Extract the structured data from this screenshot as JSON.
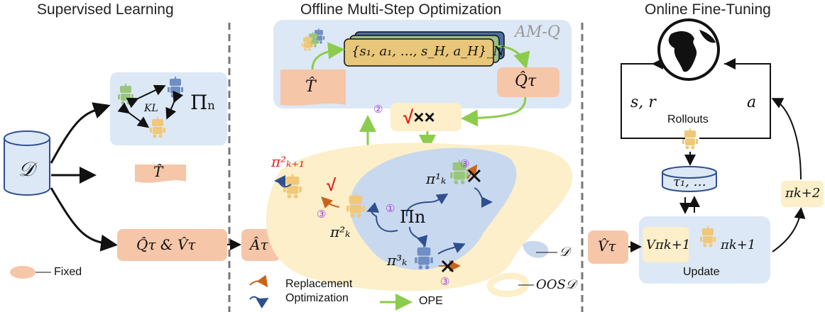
{
  "titles": {
    "supervised": "Supervised Learning",
    "offline": "Offline Multi-Step Optimization",
    "online": "Online Fine-Tuning"
  },
  "left": {
    "ensemble": "Π",
    "ensemble_sub": "n",
    "kl": "KL",
    "dataset": "𝒟",
    "model": "T̂",
    "q_and_v": "Q̂τ & V̂τ",
    "advantage": "Âτ",
    "fixed_label": "Fixed"
  },
  "center": {
    "amq": "AM-Q",
    "trajectories": "{s₁, a₁, …, s_H, a_H}_N",
    "model": "T̂",
    "q": "Q̂τ",
    "evaluation": {
      "check": "√",
      "crosses": "××"
    },
    "steps": {
      "one": "①",
      "two": "②",
      "three": "③"
    },
    "ensemble": "Πn",
    "pi_k1": "π¹ₖ",
    "pi_k2": "π²ₖ",
    "pi_k3": "π³ₖ",
    "pi_next": "π²ₖ₊₁",
    "check": "√",
    "dataset_legend": "𝒟",
    "oos_legend": "OOS𝒟"
  },
  "legend": {
    "replacement": "Replacement",
    "optimization": "Optimization",
    "ope": "OPE"
  },
  "right": {
    "state_reward": "s, r",
    "action": "a",
    "rollouts": "Rollouts",
    "buffer": "τ₁, …",
    "v": "V̂τ",
    "v_pi": "Vπk+1",
    "pi_k1": "πk+1",
    "update": "Update",
    "pi_k2": "πk+2"
  },
  "colors": {
    "salmon": "#f6c6a8",
    "lightblue": "#dce8f5",
    "yellow": "#fcefc9",
    "green": "#8ccc4c",
    "navy": "#2f4f8f",
    "orange": "#c8651b",
    "purple": "#a040e0",
    "red": "#e02020"
  }
}
